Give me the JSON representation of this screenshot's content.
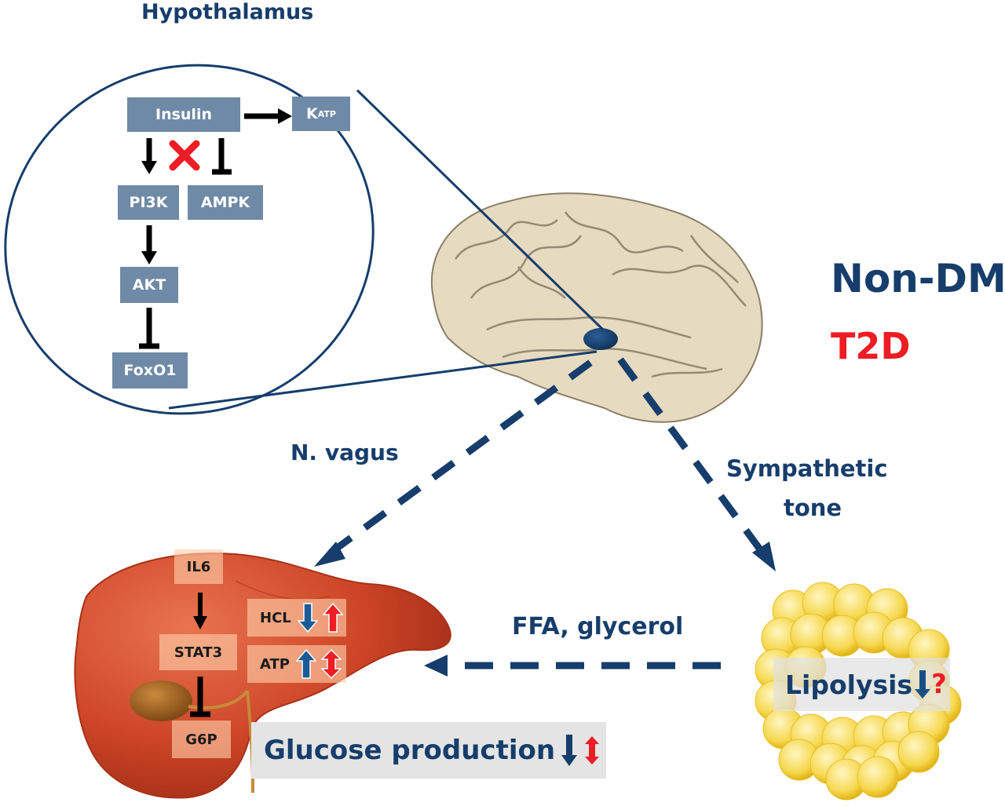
{
  "title": "Hypothalamus",
  "colors": {
    "navy": "#163d6b",
    "node_fill": "#6f8aa6",
    "red": "#ee1c24",
    "brain": "#e6dac0",
    "liver": "#d24a2c",
    "fat": "#f2cf3a",
    "status_box": "#e4e4e4"
  },
  "hypothalamus_pathway": {
    "nodes": {
      "insulin": "Insulin",
      "katp_main": "K",
      "katp_sub": "ATP",
      "pi3k": "PI3K",
      "ampk": "AMPK",
      "akt": "AKT",
      "foxo1": "FoxO1"
    },
    "edges": [
      {
        "from": "Insulin",
        "to": "KATP",
        "type": "activation"
      },
      {
        "from": "Insulin",
        "to": "PI3K",
        "type": "activation"
      },
      {
        "from": "Insulin",
        "to": "AMPK",
        "type": "inhibition"
      },
      {
        "from": "PI3K",
        "to": "AKT",
        "type": "activation"
      },
      {
        "from": "AKT",
        "to": "FoxO1",
        "type": "inhibition"
      }
    ],
    "impaired_marker": "red-x"
  },
  "legend": {
    "non_dm": "Non-DM",
    "t2d": "T2D"
  },
  "pathways": {
    "vagus": "N. vagus",
    "sympathetic_line1": "Sympathetic",
    "sympathetic_line2": "tone",
    "ffa": "FFA, glycerol"
  },
  "liver": {
    "nodes": {
      "il6": "IL6",
      "stat3": "STAT3",
      "g6p": "G6P",
      "hcl": "HCL",
      "atp": "ATP"
    },
    "indicators": {
      "hcl": {
        "non_dm": "down",
        "t2d": "up"
      },
      "atp": {
        "non_dm": "up",
        "t2d": "up-down"
      }
    }
  },
  "outcomes": {
    "glucose": {
      "label": "Glucose production",
      "non_dm": "down",
      "t2d": "up-down"
    },
    "lipolysis": {
      "label": "Lipolysis",
      "non_dm": "down",
      "t2d_mark": "?"
    }
  }
}
